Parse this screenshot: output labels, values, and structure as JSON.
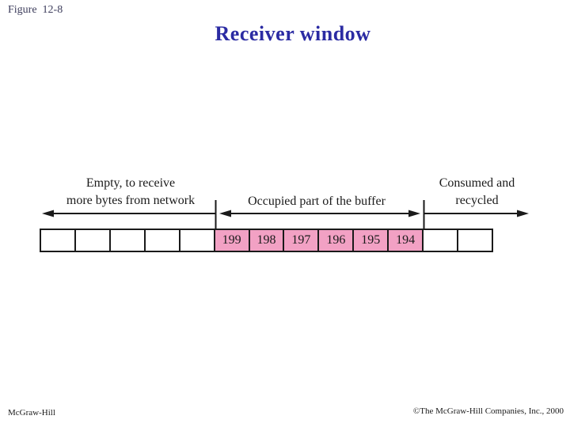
{
  "page": {
    "figure_label": "Figure  12-8",
    "title": "Receiver window"
  },
  "diagram": {
    "labels": {
      "empty_line1": "Empty, to receive",
      "empty_line2": "more bytes from network",
      "occupied": "Occupied part of the buffer",
      "consumed_line1": "Consumed and",
      "consumed_line2": "recycled"
    },
    "buffer": {
      "cells": [
        {
          "value": "",
          "filled": false
        },
        {
          "value": "",
          "filled": false
        },
        {
          "value": "",
          "filled": false
        },
        {
          "value": "",
          "filled": false
        },
        {
          "value": "",
          "filled": false
        },
        {
          "value": "199",
          "filled": true
        },
        {
          "value": "198",
          "filled": true
        },
        {
          "value": "197",
          "filled": true
        },
        {
          "value": "196",
          "filled": true
        },
        {
          "value": "195",
          "filled": true
        },
        {
          "value": "194",
          "filled": true
        },
        {
          "value": "",
          "filled": false
        },
        {
          "value": "",
          "filled": false
        }
      ]
    }
  },
  "footer": {
    "left": "McGraw-Hill",
    "right": "©The McGraw-Hill Companies, Inc., 2000"
  },
  "colors": {
    "title": "#2b2ba3",
    "figure_label": "#3d3d5c",
    "cell_fill": "#f2a1c4",
    "line": "#1a1a1a"
  }
}
